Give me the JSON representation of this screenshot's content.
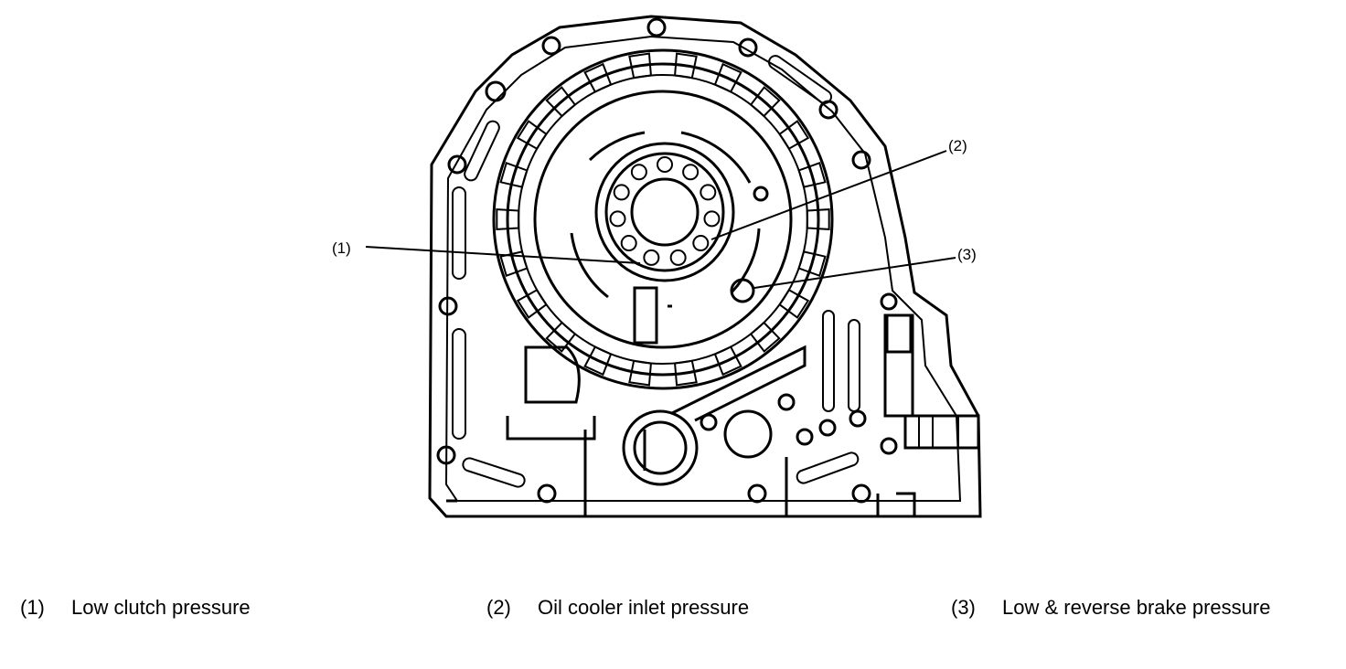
{
  "callouts": {
    "c1": "(1)",
    "c2": "(2)",
    "c3": "(3)"
  },
  "legend": [
    {
      "num": "(1)",
      "text": "Low clutch pressure"
    },
    {
      "num": "(2)",
      "text": "Oil cooler inlet pressure"
    },
    {
      "num": "(3)",
      "text": "Low & reverse brake pressure"
    }
  ]
}
